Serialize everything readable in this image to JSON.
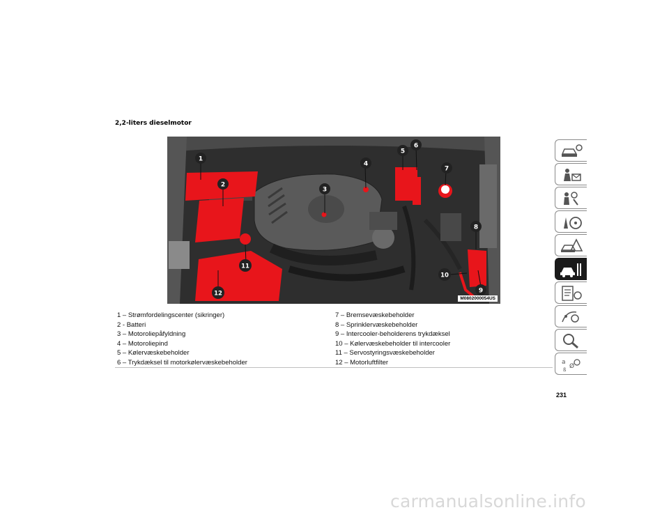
{
  "section_title": "2,2-liters dieselmotor",
  "figure": {
    "code": "M0802000054US",
    "callouts": [
      "1",
      "2",
      "3",
      "4",
      "5",
      "6",
      "7",
      "8",
      "9",
      "10",
      "11",
      "12"
    ]
  },
  "legend": {
    "left": [
      "1 – Strømfordelingscenter (sikringer)",
      "2 - Batteri",
      "3 – Motoroliepåfyldning",
      "4 – Motoroliepind",
      "5 – Kølervæskebeholder",
      "6 – Trykdæksel til motorkølervæskebeholder"
    ],
    "right": [
      "7 – Bremsevæskebeholder",
      "8 – Sprinklervæskebeholder",
      "9 – Intercooler-beholderens trykdæksel",
      "10 – Kølervæskebeholder til intercooler",
      "11 – Servostyringsvæskebeholder",
      "12 – Motorluftfilter"
    ]
  },
  "page_number": "231",
  "side_tabs": [
    {
      "icon": "dashboard-car-icon",
      "active": false
    },
    {
      "icon": "safety-airbag-icon",
      "active": false
    },
    {
      "icon": "starting-driving-icon",
      "active": false
    },
    {
      "icon": "steering-wheel-icon",
      "active": false
    },
    {
      "icon": "roadside-emergency-icon",
      "active": false
    },
    {
      "icon": "car-service-wrench-icon",
      "active": true
    },
    {
      "icon": "specifications-icon",
      "active": false
    },
    {
      "icon": "multimedia-icon",
      "active": false
    },
    {
      "icon": "search-index-icon",
      "active": false
    },
    {
      "icon": "language-icon",
      "active": false
    }
  ],
  "colors": {
    "highlight": "#e8151b",
    "callout": "#222222",
    "engine": "#3b3b3b"
  },
  "watermark": "carmanualsonline.info"
}
